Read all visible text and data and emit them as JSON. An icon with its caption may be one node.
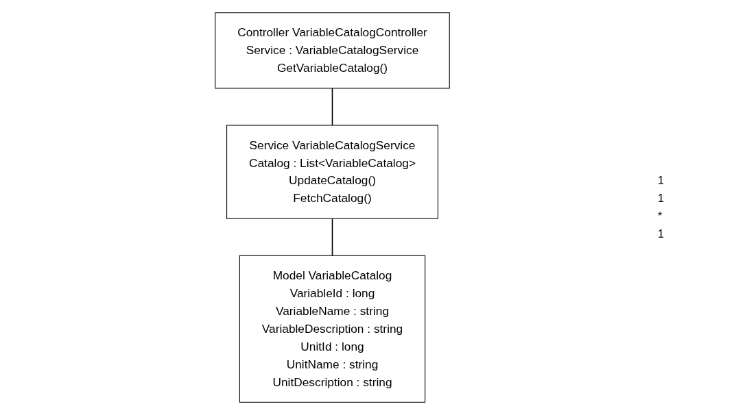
{
  "diagram": {
    "nodes": [
      {
        "text": [
          "Controller VariableCatalogController",
          "Service : VariableCatalogService",
          "GetVariableCatalog()"
        ]
      },
      {
        "text": [
          "Service VariableCatalogService",
          "Catalog : List<VariableCatalog>",
          "UpdateCatalog()",
          "FetchCatalog()"
        ]
      },
      {
        "text": [
          "Model VariableCatalog",
          "VariableId : long",
          "VariableName : string",
          "VariableDescription : string",
          "UnitId : long",
          "UnitName : string",
          "UnitDescription : string"
        ]
      }
    ],
    "edges": [
      {
        "from": 0,
        "to": 1,
        "arrow": "none"
      },
      {
        "from": 1,
        "to": 2,
        "arrow": "none"
      }
    ],
    "labels": [
      "1",
      "1",
      "*",
      "1"
    ]
  }
}
